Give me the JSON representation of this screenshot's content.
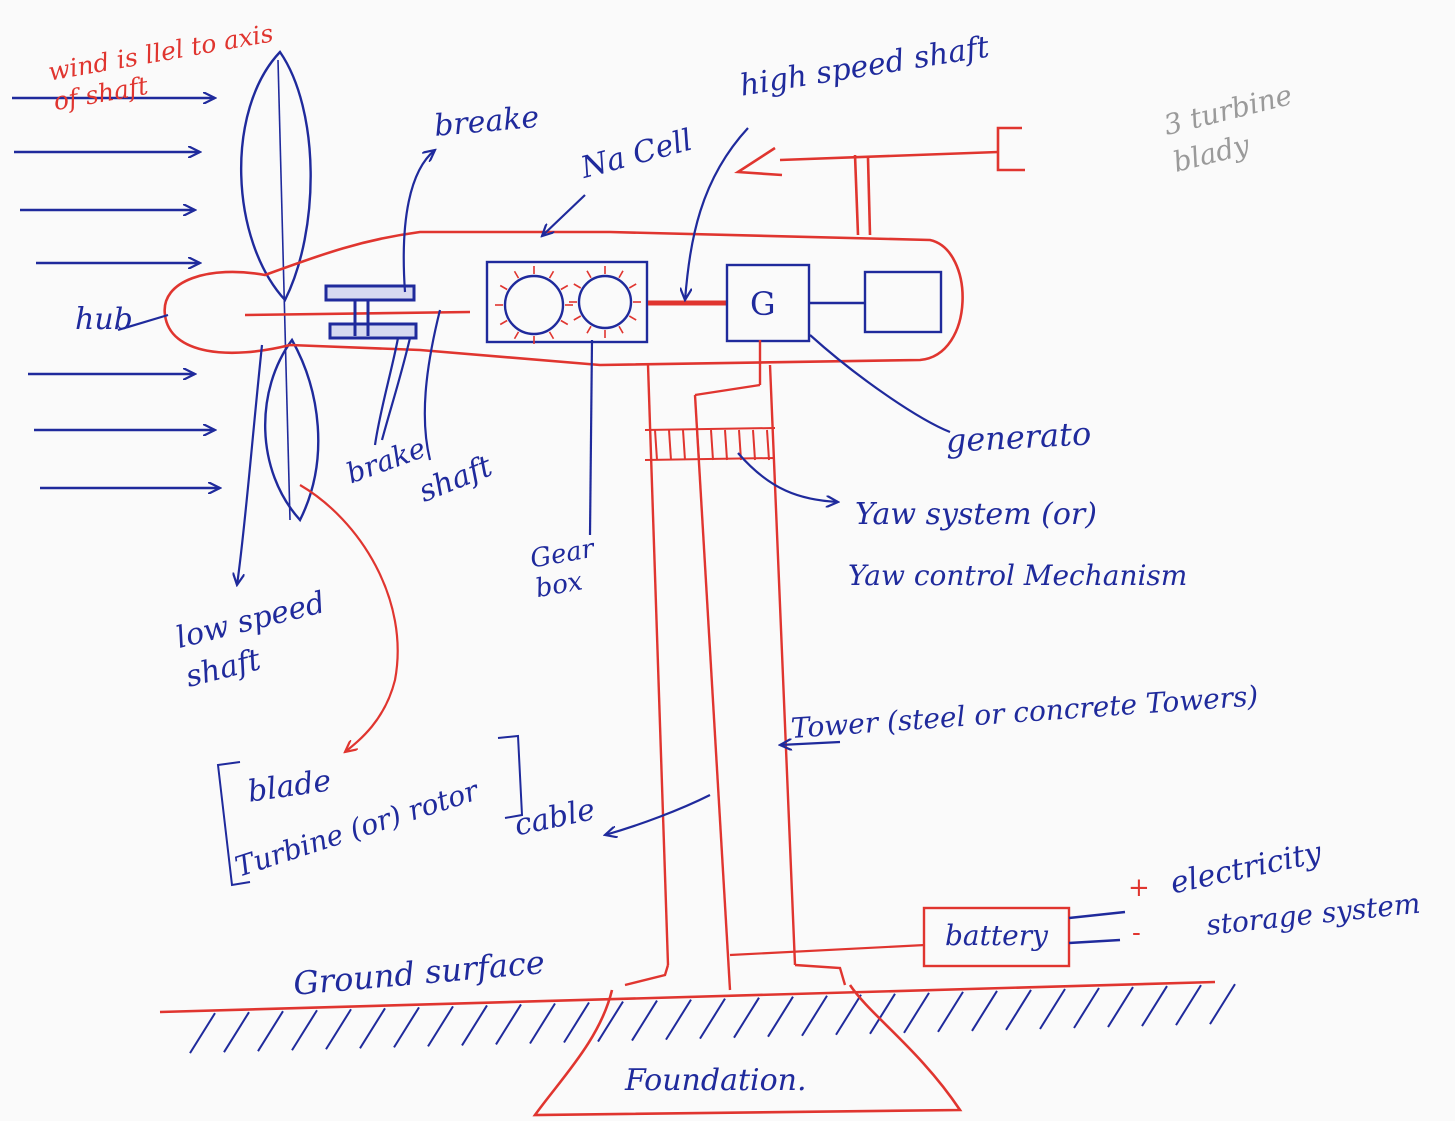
{
  "colors": {
    "ink_blue": "#1f2a9c",
    "ink_red": "#e0352f",
    "ink_grey": "#9a9a9a",
    "paper": "#fafafa"
  },
  "labels": {
    "wind_note": "wind is llel to axis of shaft",
    "hub": "hub",
    "breake": "breake",
    "nacell": "Na Cell",
    "high_speed_shaft": "high speed shaft",
    "turbine_blades_note": "3 turbine blady",
    "generator_symbol": "G",
    "generator": "generato",
    "brake": "brake",
    "shaft": "shaft",
    "gear_box": "Gear box",
    "yaw_system": "Yaw system (or)",
    "yaw_control": "Yaw control Mechanism",
    "low_speed_shaft": "low speed shaft",
    "tower": "Tower (steel or concrete Towers)",
    "blade": "blade",
    "turbine_rotor": "Turbine (or) rotor",
    "cable": "cable",
    "battery": "battery",
    "plus": "+",
    "minus": "-",
    "electricity": "electricity",
    "storage_system": "storage system",
    "ground_surface": "Ground surface",
    "foundation": "Foundation."
  }
}
